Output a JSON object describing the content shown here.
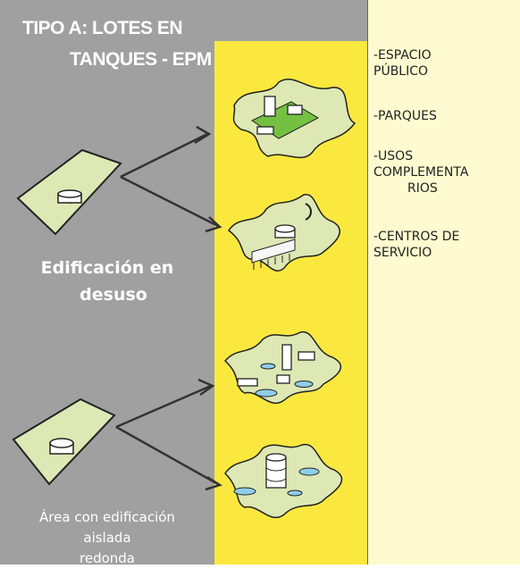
{
  "title": {
    "line1": "TIPO A: LOTES EN",
    "line2": "TANQUES - EPM"
  },
  "left_labels": {
    "desuso_line1": "Edificación en",
    "desuso_line2": "desuso",
    "aislada_line1": "Área con edificación",
    "aislada_line2": "aislada",
    "aislada_line3": "redonda"
  },
  "uses": [
    {
      "line1": "-ESPACIO",
      "line2": "PÚBLICO"
    },
    {
      "line1": "-PARQUES"
    },
    {
      "line1": "-USOS",
      "line2": "COMPLEMENTA",
      "line3": "RIOS"
    },
    {
      "line1": "-CENTROS DE",
      "line2": "SERVICIO"
    }
  ],
  "colors": {
    "grey": "#a0a0a0",
    "yellow": "#fbe83f",
    "cream": "#fdfbcf",
    "sketch_green": "#dde8b4",
    "park_green": "#74c043",
    "water_blue": "#8fcde8",
    "arrow": "#333333"
  }
}
